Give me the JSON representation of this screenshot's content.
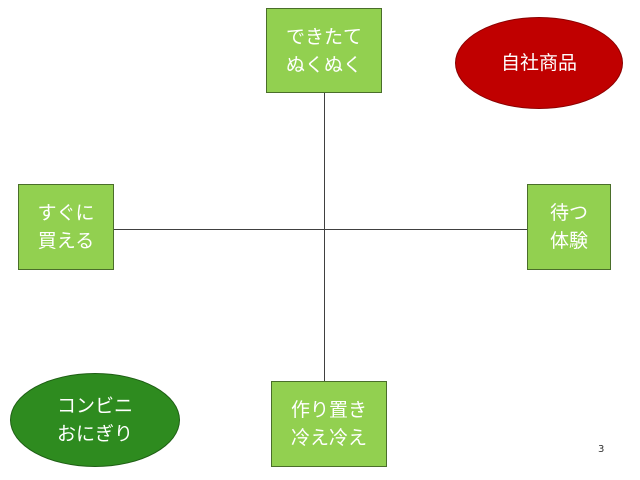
{
  "diagram": {
    "axis_labels": {
      "top": {
        "line1": "できたて",
        "line2": "ぬくぬく"
      },
      "left": {
        "line1": "すぐに",
        "line2": "買える"
      },
      "right": {
        "line1": "待つ",
        "line2": "体験"
      },
      "bottom": {
        "line1": "作り置き",
        "line2": "冷え冷え"
      }
    },
    "positioned_items": {
      "own_product": {
        "label": "自社商品"
      },
      "convenience_rice": {
        "line1": "コンビニ",
        "line2": "おにぎり"
      }
    },
    "colors": {
      "axis_box": "#92d050",
      "own_product": "#c00000",
      "competitor": "#2e8b1f"
    }
  },
  "slide": {
    "page_number": "3"
  }
}
